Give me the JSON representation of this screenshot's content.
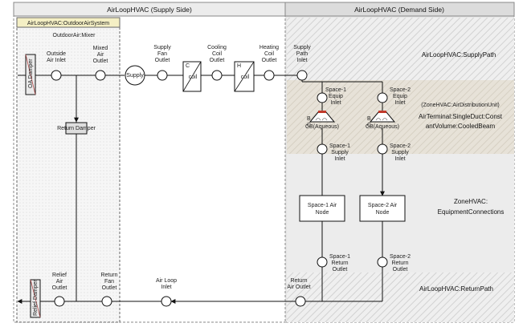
{
  "headers": {
    "supply_side": "AirLoopHVAC (Supply Side)",
    "demand_side": "AirLoopHVAC (Demand Side)",
    "outdoor_air_system": "AirLoopHVAC:OutdoorAirSystem",
    "outdoor_air_mixer": "OutdoorAir:Mixer"
  },
  "region_labels": {
    "supply_path": "AirLoopHVAC:SupplyPath",
    "air_distribution_unit": "(ZoneHVAC:AirDistributionUnit)",
    "air_terminal_line1": "AirTerminal:SingleDuct:Const",
    "air_terminal_line2": "antVolume:CooledBeam",
    "equipment_connections_line1": "ZoneHVAC:",
    "equipment_connections_line2": "EquipmentConnections",
    "return_path": "AirLoopHVAC:ReturnPath"
  },
  "nodes": {
    "outside_air_inlet": [
      "Outside",
      "Air Inlet"
    ],
    "mixed_air_outlet": [
      "Mixed",
      "Air",
      "Outlet"
    ],
    "supply_fan_outlet": [
      "Supply",
      "Fan",
      "Outlet"
    ],
    "cooling_coil_outlet": [
      "Cooling",
      "Coil",
      "Outlet"
    ],
    "heating_coil_outlet": [
      "Heating",
      "Coil",
      "Outlet"
    ],
    "supply_path_inlet": [
      "Supply",
      "Path",
      "Inlet"
    ],
    "space1_equip_inlet": [
      "Space-1",
      "Equip",
      "Inlet"
    ],
    "space2_equip_inlet": [
      "Space-2",
      "Equip",
      "Inlet"
    ],
    "space1_supply_inlet": [
      "Space-1",
      "Supply",
      "Inlet"
    ],
    "space2_supply_inlet": [
      "Space-2",
      "Supply",
      "Inlet"
    ],
    "space1_return_outlet": [
      "Space-1",
      "Return",
      "Outlet"
    ],
    "space2_return_outlet": [
      "Space-2",
      "Return",
      "Outlet"
    ],
    "return_air_outlet": [
      "Return",
      "Air Outlet"
    ],
    "air_loop_inlet": [
      "Air Loop",
      "Inlet"
    ],
    "return_fan_outlet": [
      "Return",
      "Fan",
      "Outlet"
    ],
    "relief_air_outlet": [
      "Relief",
      "Air",
      "Outlet"
    ]
  },
  "components": {
    "oa_damper": "OA Damper",
    "relief_damper": "Relief Damper",
    "return_damper": "Return Damper",
    "supply_fan": "Supply",
    "cooling_coil": "coil",
    "heating_coil": "coil",
    "cooling_coil_letter": "C",
    "heating_coil_letter": "H",
    "space1_air_node": [
      "Space-1 Air",
      "Node"
    ],
    "space2_air_node": [
      "Space-2 Air",
      "Node"
    ],
    "cooled_beam": "CB(Aqueous)",
    "beam_letter": "B",
    "beam_coil_letter": "C"
  },
  "colors": {
    "supply_shade": "#e8e8e8",
    "demand_shade": "#e0e0e0",
    "adu_shade": "#e6e1d6",
    "oas_header": "#f4efc4",
    "cooling_accent": "#3b5ea8",
    "heating_accent": "#c0392b"
  }
}
